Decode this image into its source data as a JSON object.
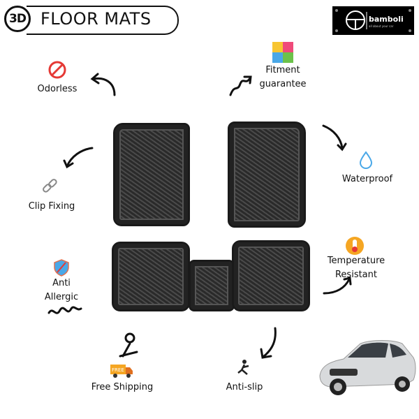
{
  "header": {
    "badge": "3D",
    "title": "FLOOR MATS"
  },
  "logo": {
    "name": "bamboli",
    "tagline": "all about your car"
  },
  "features": [
    {
      "label": "Odorless",
      "icon": "no-odor-icon"
    },
    {
      "label": "Fitment guarantee",
      "icon": "puzzle-icon"
    },
    {
      "label": "Waterproof",
      "icon": "water-drop-icon"
    },
    {
      "label": "Clip Fixing",
      "icon": "chain-link-icon"
    },
    {
      "label": "Temperature Resistant",
      "icon": "thermometer-icon"
    },
    {
      "label": "Anti Allergic",
      "icon": "allergy-shield-icon"
    },
    {
      "label": "Free Shipping",
      "icon": "delivery-truck-icon"
    },
    {
      "label": "Anti-slip",
      "icon": "slip-icon"
    }
  ],
  "truck_text": "FREE",
  "colors": {
    "accent": "#111111",
    "puzzle": [
      "#f7c531",
      "#ef4a7a",
      "#4aa8e8",
      "#6cc24a"
    ],
    "no_sign": "#e53935",
    "thermo": "#f5a623"
  }
}
